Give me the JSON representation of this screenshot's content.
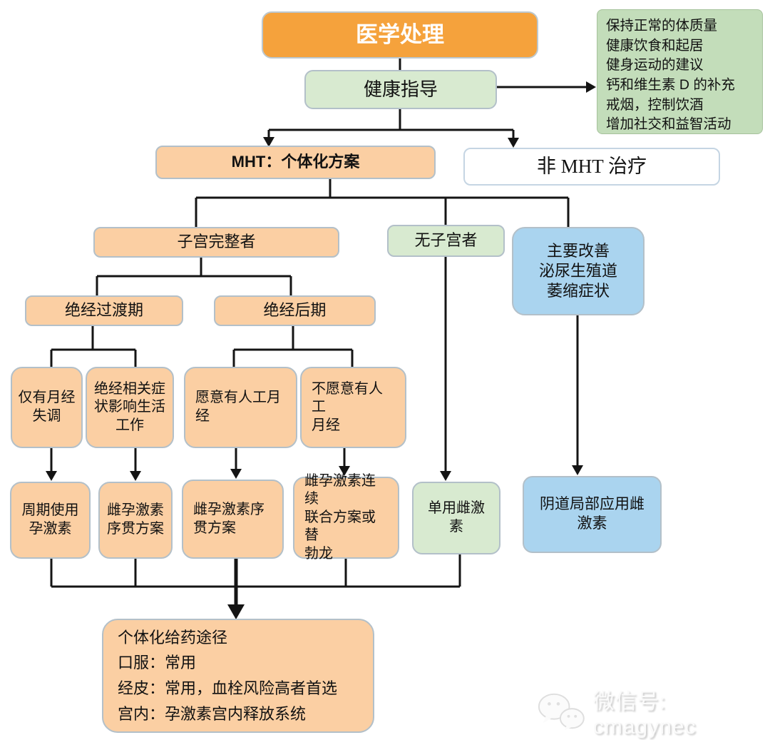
{
  "diagram": {
    "title_node": "医学处理",
    "type": "flowchart",
    "colors": {
      "header_orange": "#f5a23c",
      "node_orange": "#fbcfa3",
      "node_green": "#d8ead0",
      "note_green": "#c3ddba",
      "node_blue": "#aad4ef",
      "node_white": "#ffffff",
      "border_gray": "#b3c0c9",
      "line_black": "#141414"
    }
  },
  "nodes": {
    "medical": {
      "label": "医学处理"
    },
    "guidance": {
      "label": "健康指导"
    },
    "lifestyle": {
      "label": "保持正常的体质量\n健康饮食和起居\n健身运动的建议\n钙和维生素 D 的补充\n戒烟，控制饮酒\n增加社交和益智活动"
    },
    "mht": {
      "label": "MHT：个体化方案"
    },
    "non_mht": {
      "label": "非 MHT 治疗"
    },
    "uterus_intact": {
      "label": "子宫完整者"
    },
    "no_uterus": {
      "label": "无子宫者"
    },
    "gu_atrophy": {
      "label": "主要改善\n泌尿生殖道\n萎缩症状"
    },
    "transition": {
      "label": "绝经过渡期"
    },
    "postmenopause": {
      "label": "绝经后期"
    },
    "menstrual_only": {
      "label": "仅有月经\n失调"
    },
    "symptoms_affect": {
      "label": "绝经相关症\n状影响生活\n工作"
    },
    "want_bleeding": {
      "label": "愿意有人工月\n经"
    },
    "no_bleeding": {
      "label": "不愿意有人工\n月经"
    },
    "cyclic_progestogen": {
      "label": "周期使用\n孕激素"
    },
    "sequential_a": {
      "label": "雌孕激素\n序贯方案"
    },
    "sequential_b": {
      "label": "雌孕激素序\n贯方案"
    },
    "continuous_combined": {
      "label": "雌孕激素连续\n联合方案或替\n勃龙"
    },
    "estrogen_only": {
      "label": "单用雌激\n素"
    },
    "vaginal_estrogen": {
      "label": "阴道局部应用雌\n激素"
    },
    "routes": {
      "label": "个体化给药途径\n口服：常用\n经皮：常用，血栓风险高者首选\n宫内：孕激素宫内释放系统"
    }
  },
  "watermark": {
    "label": "微信号: cmagynec",
    "icon": "wechat-icon"
  }
}
